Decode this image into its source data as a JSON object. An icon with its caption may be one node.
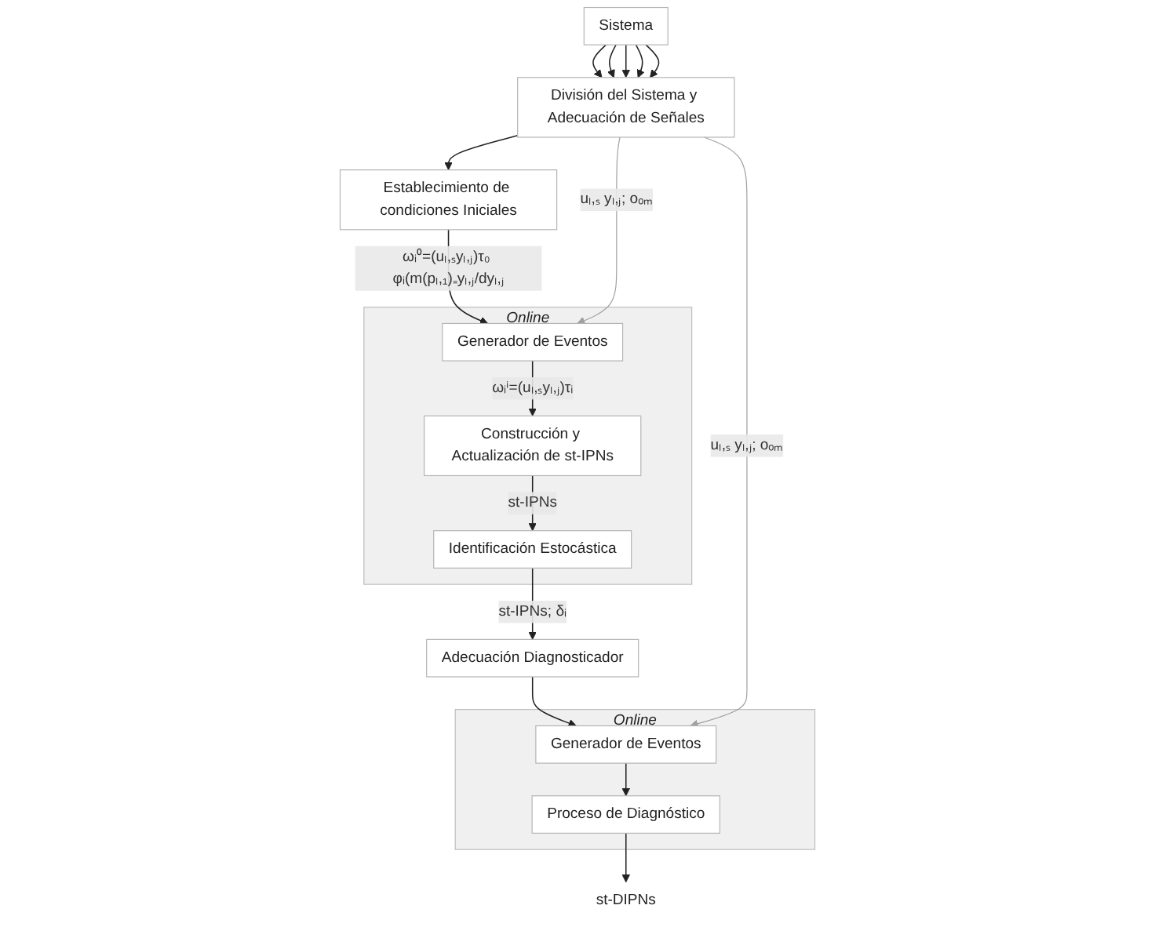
{
  "diagram": {
    "nodes": [
      {
        "text": [
          "Sistema"
        ]
      },
      {
        "text": [
          "División del Sistema y Adecuación de Señales"
        ]
      },
      {
        "text": [
          "Establecimiento de condiciones Iniciales"
        ]
      },
      {
        "text": [
          "Online"
        ]
      },
      {
        "text": [
          "Generador de Eventos"
        ],
        "in": 3
      },
      {
        "text": [
          "Construcción y Actualización de st-IPNs"
        ],
        "in": 3
      },
      {
        "text": [
          "Identificación Estocástica"
        ],
        "in": 3
      },
      {
        "text": [
          "Adecuación Diagnosticador"
        ]
      },
      {
        "text": [
          "Online"
        ]
      },
      {
        "text": [
          "Generador de Eventos"
        ],
        "in": 8
      },
      {
        "text": [
          "Proceso de Diagnóstico"
        ],
        "in": 8
      },
      {
        "text": [
          "st-DIPNs"
        ]
      }
    ],
    "edges": [
      {
        "from": 0,
        "to": 1,
        "arrow": "to"
      },
      {
        "from": 0,
        "to": 1,
        "arrow": "to"
      },
      {
        "from": 0,
        "to": 1,
        "arrow": "to"
      },
      {
        "from": 0,
        "to": 1,
        "arrow": "to"
      },
      {
        "from": 0,
        "to": 1,
        "arrow": "to"
      },
      {
        "from": 1,
        "to": 2,
        "arrow": "to"
      },
      {
        "from": 2,
        "to": 4,
        "arrow": "to",
        "label": "ωᵢ⁰=(uₗ,ₛyₗ,ⱼ)τ₀ φᵢ(m(pₗ,₁)₌yₗ,ⱼ/dyₗ,ⱼ"
      },
      {
        "from": 1,
        "to": 4,
        "arrow": "to",
        "label": "uₗ,ₛ yₗ,ⱼ; oₒₘ",
        "color": "#a0a0a0"
      },
      {
        "from": 4,
        "to": 5,
        "arrow": "to",
        "label": "ωᵢⁱ=(uₗ,ₛyₗ,ⱼ)τᵢ"
      },
      {
        "from": 5,
        "to": 6,
        "arrow": "to",
        "label": "st-IPNs"
      },
      {
        "from": 6,
        "to": 7,
        "arrow": "to",
        "label": "st-IPNs; δᵢ"
      },
      {
        "from": 7,
        "to": 9,
        "arrow": "to"
      },
      {
        "from": 1,
        "to": 9,
        "arrow": "to",
        "label": "uₗ,ₛ yₗ,ⱼ; oₒₘ",
        "color": "#a0a0a0"
      },
      {
        "from": 9,
        "to": 10,
        "arrow": "to"
      },
      {
        "from": 10,
        "to": 11,
        "arrow": "to"
      }
    ]
  }
}
